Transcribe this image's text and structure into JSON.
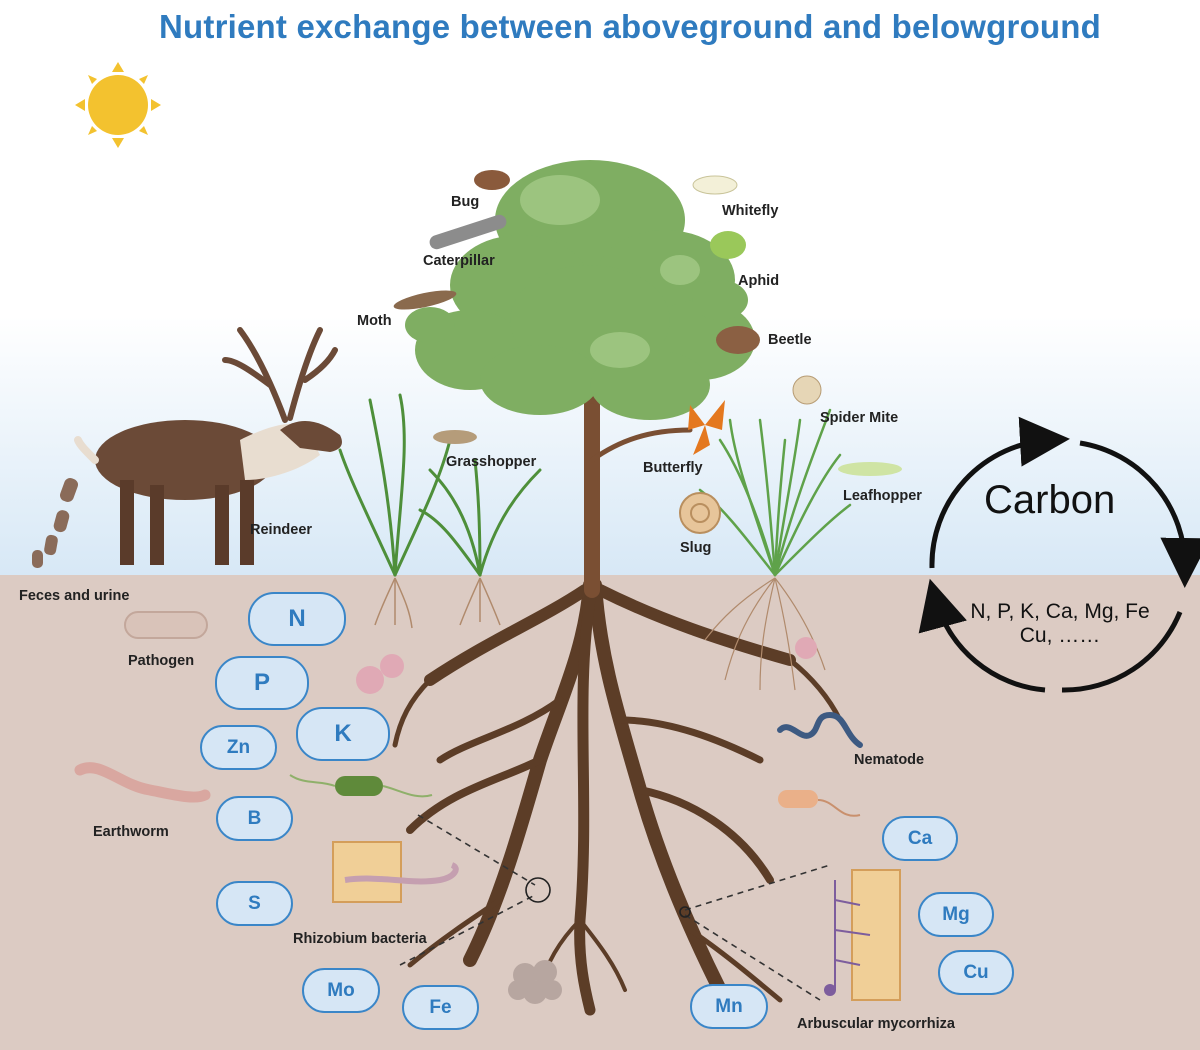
{
  "title": "Nutrient exchange between aboveground and belowground",
  "organisms": {
    "bug": "Bug",
    "whitefly": "Whitefly",
    "caterpillar": "Caterpillar",
    "aphid": "Aphid",
    "moth": "Moth",
    "beetle": "Beetle",
    "spider_mite": "Spider Mite",
    "grasshopper": "Grasshopper",
    "butterfly": "Butterfly",
    "leafhopper": "Leafhopper",
    "reindeer": "Reindeer",
    "slug": "Slug",
    "feces": "Feces and urine",
    "pathogen": "Pathogen",
    "nematode": "Nematode",
    "earthworm": "Earthworm",
    "rhizobium": "Rhizobium bacteria",
    "mycorrhiza": "Arbuscular mycorrhiza"
  },
  "nutrients": [
    "N",
    "P",
    "K",
    "Zn",
    "B",
    "S",
    "Mo",
    "Fe",
    "Mn",
    "Ca",
    "Mg",
    "Cu"
  ],
  "cycle": {
    "label": "Carbon",
    "nutrients_line1": "N, P, K, Ca, Mg, Fe",
    "nutrients_line2": "Cu, ……"
  },
  "colors": {
    "title": "#2f7bbf",
    "soil": "#dcccc4",
    "sky_gradient_end": "#dbeaf7",
    "pill_border": "#3a86c8",
    "pill_fill": "#d6e6f5",
    "root": "#5c3d27",
    "leaf": "#7fae62",
    "sun": "#f3c22f"
  }
}
